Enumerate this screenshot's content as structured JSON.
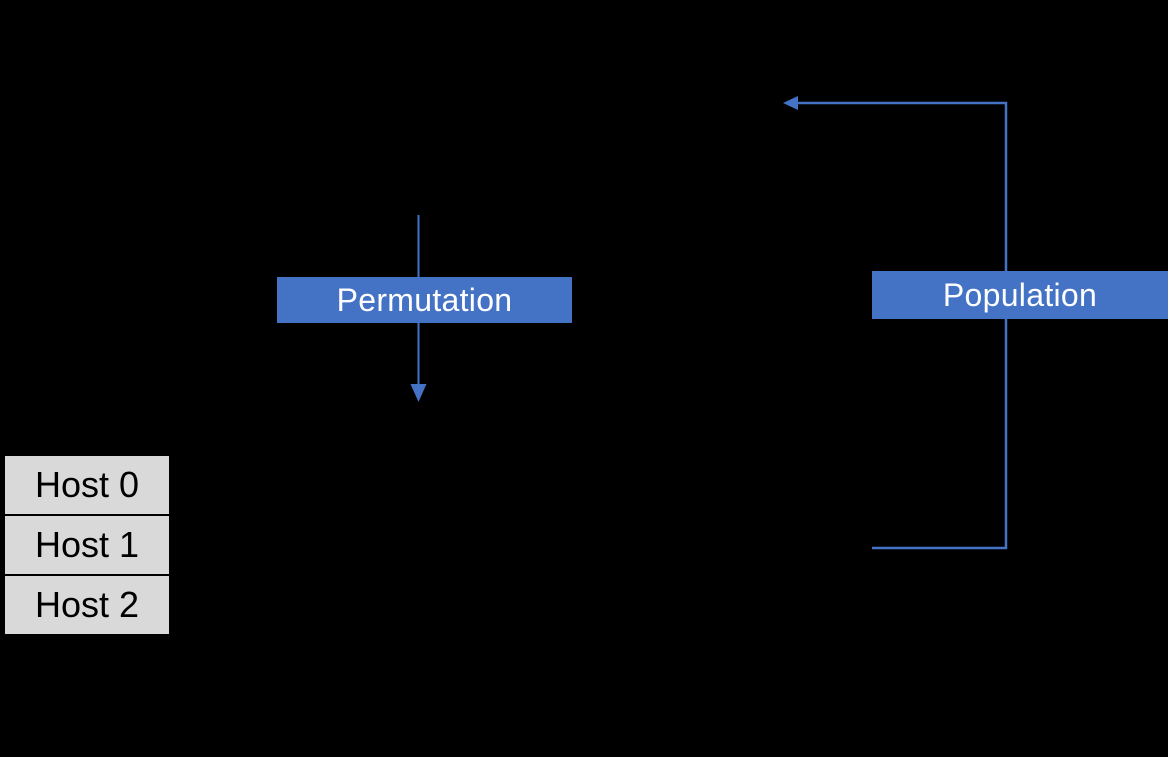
{
  "canvas": {
    "background": "#000000"
  },
  "labels": {
    "permutation": "Permutation",
    "population": "Population"
  },
  "hosts": [
    {
      "label": "Host 0"
    },
    {
      "label": "Host 1"
    },
    {
      "label": "Host 2"
    }
  ],
  "arrows": {
    "permutation_flow": "downward arrow through Permutation label",
    "population_loop": "loop arrow up and back left through Population label"
  },
  "colors": {
    "label_box_fill": "#4472C4",
    "label_text": "#FFFFFF",
    "arrow": "#4472C4",
    "host_fill": "#D9D9D9",
    "host_border": "#000000",
    "host_text": "#000000"
  }
}
